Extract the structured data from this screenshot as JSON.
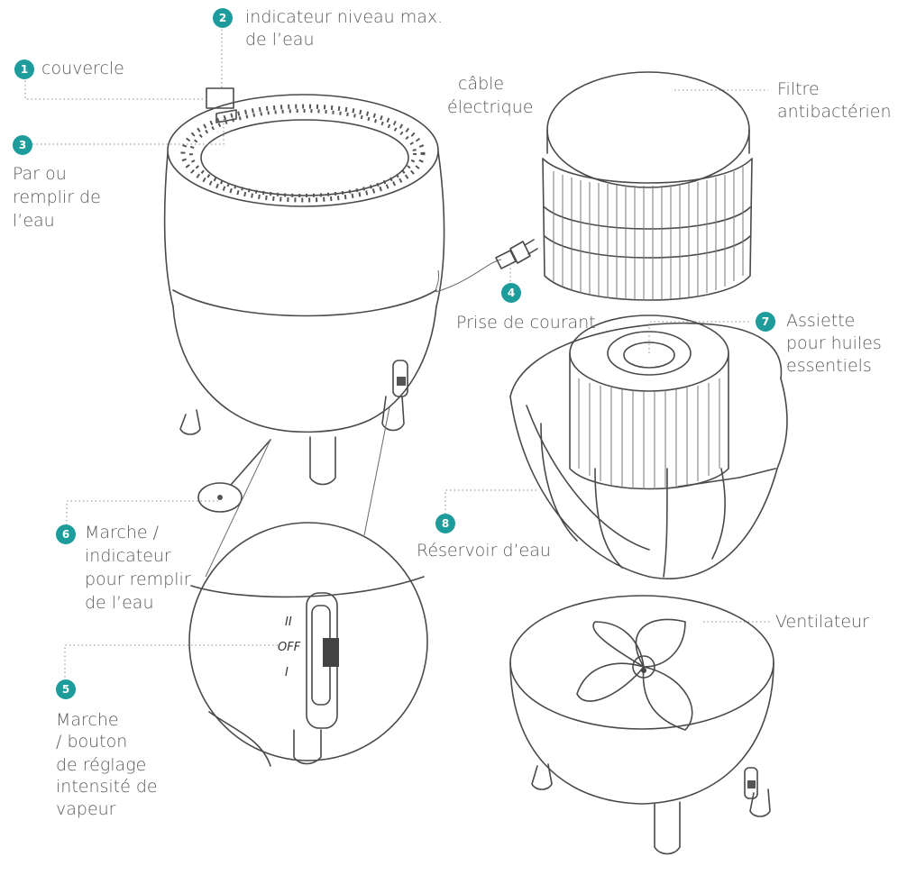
{
  "accent_color": "#1e9c9c",
  "labels": {
    "l1": {
      "num": "1",
      "text": "couvercle"
    },
    "l2": {
      "num": "2",
      "line1": "indicateur  niveau max.",
      "line2": "de l’eau"
    },
    "l3": {
      "num": "3",
      "line1": "Par ou",
      "line2": "remplir de",
      "line3": "l’eau"
    },
    "l4": {
      "num": "4",
      "text": "Prise de courant"
    },
    "l5": {
      "num": "5",
      "line1": "Marche",
      "line2": "/ bouton",
      "line3": "de réglage",
      "line4": "intensité de",
      "line5": "vapeur"
    },
    "l6": {
      "num": "6",
      "line1": "Marche /",
      "line2": "indicateur",
      "line3": "pour remplir",
      "line4": "de l’eau"
    },
    "l7": {
      "num": "7",
      "line1": "Assiette",
      "line2": "pour huiles",
      "line3": "essentiels"
    },
    "l8": {
      "num": "8",
      "text": "Réservoir d’eau"
    },
    "cable": {
      "line1": "câble",
      "line2": "électrique"
    },
    "filtre": {
      "line1": "Filtre",
      "line2": "antibactérien"
    },
    "ventilateur": {
      "text": "Ventilateur"
    }
  },
  "switch_marks": {
    "high": "II",
    "off": "OFF",
    "low": "I"
  }
}
